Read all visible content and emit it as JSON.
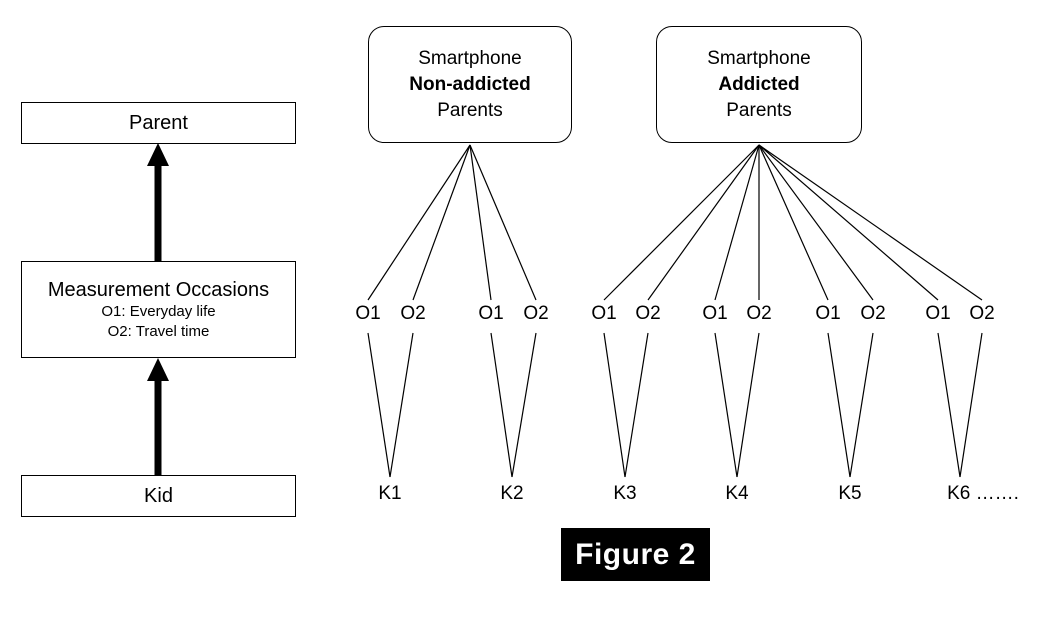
{
  "figure": {
    "caption": "Figure 2",
    "caption_bg": "#000000",
    "caption_fg": "#ffffff",
    "background": "#ffffff",
    "stroke": "#000000"
  },
  "left_panel": {
    "levels": [
      {
        "id": "parent",
        "label": "Parent",
        "sublabels": []
      },
      {
        "id": "measurement-occasions",
        "label": "Measurement Occasions",
        "sublabels": [
          "O1: Everyday life",
          "O2: Travel time"
        ]
      },
      {
        "id": "kid",
        "label": "Kid",
        "sublabels": []
      }
    ],
    "arrows": [
      {
        "from": "kid",
        "to": "measurement-occasions",
        "direction": "up"
      },
      {
        "from": "measurement-occasions",
        "to": "parent",
        "direction": "up"
      }
    ]
  },
  "right_panel": {
    "groups": [
      {
        "id": "non-addicted",
        "box_lines": [
          {
            "text": "Smartphone",
            "bold": false
          },
          {
            "text": "Non-addicted",
            "bold": true
          },
          {
            "text": "Parents",
            "bold": false
          }
        ],
        "occasion_labels": [
          "O1",
          "O2",
          "O1",
          "O2"
        ],
        "kid_labels": [
          "K1",
          "K2"
        ]
      },
      {
        "id": "addicted",
        "box_lines": [
          {
            "text": "Smartphone",
            "bold": false
          },
          {
            "text": "Addicted",
            "bold": true
          },
          {
            "text": "Parents",
            "bold": false
          }
        ],
        "occasion_labels": [
          "O1",
          "O2",
          "O1",
          "O2",
          "O1",
          "O2",
          "O1",
          "O2"
        ],
        "kid_labels": [
          "K3",
          "K4",
          "K5",
          "K6 ……."
        ]
      }
    ]
  }
}
